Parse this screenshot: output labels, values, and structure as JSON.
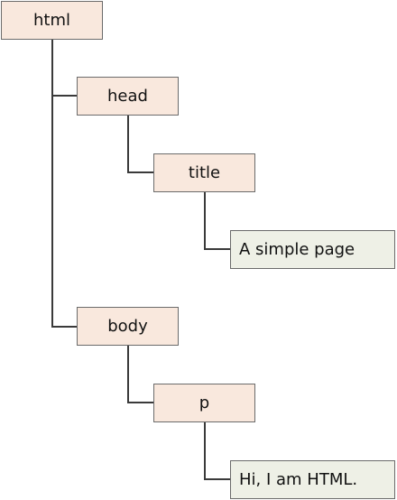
{
  "tree": {
    "html": "html",
    "head": "head",
    "title": "title",
    "title_text": "A simple page",
    "body": "body",
    "p": "p",
    "p_text": "Hi, I am HTML."
  },
  "colors": {
    "element_fill": "#f9e8dd",
    "text_fill": "#eef0e6",
    "border": "#6b6b6b",
    "connector": "#3a3a3a"
  }
}
